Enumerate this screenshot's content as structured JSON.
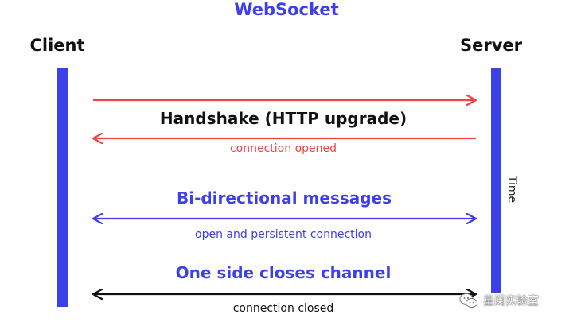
{
  "title": "WebSocket",
  "actors": {
    "client": "Client",
    "server": "Server"
  },
  "time_label": "Time",
  "messages": {
    "handshake": "Handshake (HTTP upgrade)",
    "connection_opened": "connection opened",
    "bidirectional": "Bi-directional messages",
    "persistent": "open and persistent connection",
    "one_side_closes": "One side closes channel",
    "connection_closed": "connection closed"
  },
  "watermark": "星阑实验室",
  "icons": {
    "watermark": "chat-bubbles-icon"
  },
  "colors": {
    "accent_blue": "#3d40e8",
    "arrow_red": "#ef4444",
    "text_red": "#ef4444",
    "text_dark": "#111111"
  }
}
